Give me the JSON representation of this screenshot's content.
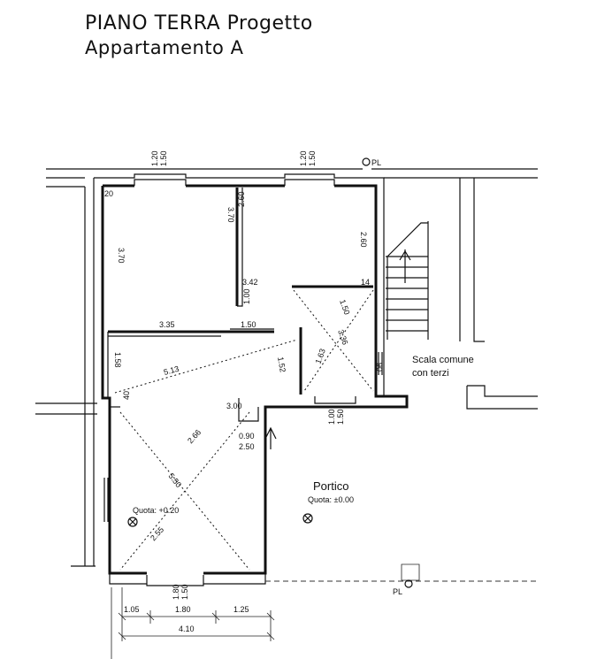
{
  "header": {
    "title": "PIANO TERRA Progetto",
    "subtitle": "Appartamento A"
  },
  "labels": {
    "pl_top": "PL",
    "pl_bottom": "PL",
    "portico": "Portico",
    "quota_portico": "Quota: ±0.00",
    "quota_room": "Quota: +0.20",
    "scala_line1": "Scala comune",
    "scala_line2": "con terzi"
  },
  "dimensions": {
    "win1_w": "1.20",
    "win1_h": "1.50",
    "win2_w": "1.20",
    "win2_h": "1.50",
    "d_20": "20",
    "d_370a": "3.70",
    "d_370b": "3.70",
    "d_260a": "2.60",
    "d_260b": "2.60",
    "d_342": "3.42",
    "d_100": "1.00",
    "d_14": "14",
    "d_335": "3.35",
    "d_150a": "1.50",
    "d_150b": "1.50",
    "d_336": "3.36",
    "d_158": "1.58",
    "d_513": "5.13",
    "d_152": "1.52",
    "d_163": "1.63",
    "d_90": "90",
    "d_40": "40",
    "d_300": "3.00",
    "d_door1_w": "1.00",
    "d_door1_h": "1.50",
    "d_266": "2.66",
    "d_090": "0.90",
    "d_250": "2.50",
    "d_550": "5.50",
    "d_255": "2.55",
    "d_door2_w": "1.80",
    "d_door2_h": "1.50",
    "d_105": "1.05",
    "d_180": "1.80",
    "d_125": "1.25",
    "d_410": "4.10"
  }
}
